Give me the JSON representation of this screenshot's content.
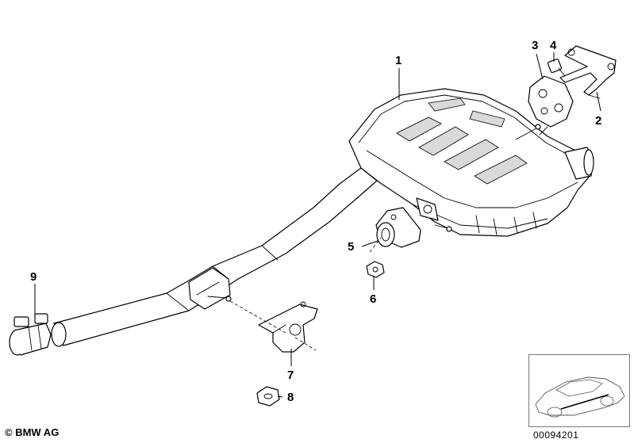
{
  "callouts": {
    "c1": "1",
    "c2": "2",
    "c3": "3",
    "c4": "4",
    "c5": "5",
    "c6": "6",
    "c7": "7",
    "c8": "8",
    "c9": "9"
  },
  "footer": {
    "copyright": "© BMW AG",
    "diagram_number": "00094201"
  }
}
